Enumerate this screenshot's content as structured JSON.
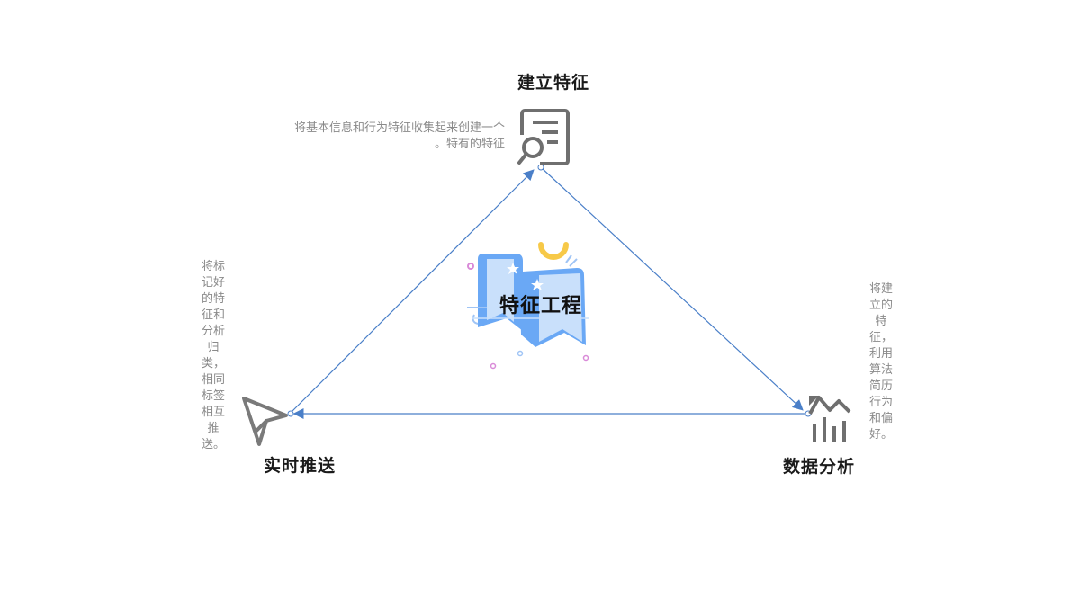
{
  "center": {
    "title": "特征工程"
  },
  "nodes": {
    "top": {
      "title": "建立特征",
      "description": "将基本信息和行为特征收集起来创建一个特有的特征。",
      "icon": "document-search-icon"
    },
    "bottom_right": {
      "title": "数据分析",
      "description": "将建立的特征，利用算法简历行为和偏好。",
      "icon": "chart-trend-icon"
    },
    "bottom_left": {
      "title": "实时推送",
      "description": "将标记好的特征和分析归类，相同标签相互推送。",
      "icon": "send-arrow-icon"
    }
  },
  "colors": {
    "line": "#4a7fc8",
    "icon_gray": "#6f6f6f",
    "desc_gray": "#8a8a8a",
    "illustration_blue": "#6aa8f5",
    "illustration_light": "#c9e0fb",
    "illustration_yellow": "#f7c948",
    "illustration_pink": "#d98ad8"
  }
}
